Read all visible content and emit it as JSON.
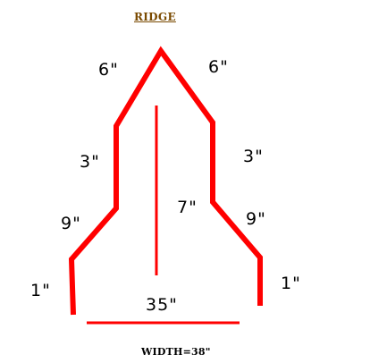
{
  "title": "RIDGE",
  "footer": "WIDTH=38\"",
  "colors": {
    "profile_line": "#ff0000",
    "title_text": "#7a4a00",
    "label_text": "#000000",
    "background": "#ffffff"
  },
  "dimensions": {
    "left_top_slope": "6\"",
    "right_top_slope": "6\"",
    "left_vertical": "3\"",
    "right_vertical": "3\"",
    "center_height": "7\"",
    "left_lower_slope": "9\"",
    "right_lower_slope": "9\"",
    "left_hem": "1\"",
    "right_hem": "1\"",
    "base_width": "35\""
  }
}
